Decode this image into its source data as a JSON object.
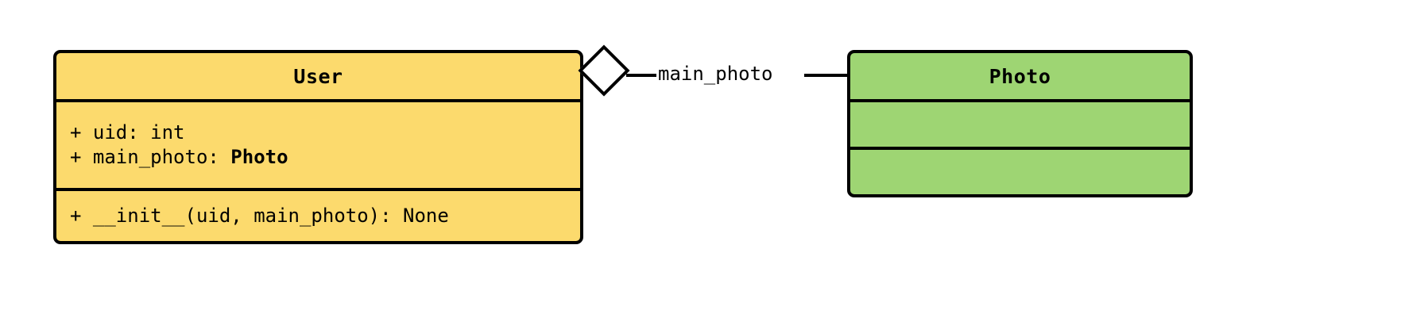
{
  "diagram": {
    "type": "uml-class-diagram",
    "background_color": "#FFFFFF",
    "line_color": "#000000",
    "classes": [
      {
        "id": "user",
        "name": "User",
        "fill_color": "#FCDA6D",
        "attributes": [
          {
            "visibility": "+",
            "text": "+ uid: int",
            "name": "uid",
            "type": "int",
            "type_is_bold": false
          },
          {
            "visibility": "+",
            "prefix": "+ main_photo: ",
            "name": "main_photo",
            "type": "Photo",
            "type_is_bold": true
          }
        ],
        "operations": [
          {
            "visibility": "+",
            "text": "+ __init__(uid, main_photo): None",
            "name": "__init__",
            "params": "uid, main_photo",
            "returns": "None"
          }
        ]
      },
      {
        "id": "photo",
        "name": "Photo",
        "fill_color": "#9ED573",
        "attributes": [],
        "operations": []
      }
    ],
    "relationships": [
      {
        "id": "user-main-photo",
        "kind": "aggregation",
        "marker": "hollow-diamond",
        "source": "User",
        "target": "Photo",
        "label": "main_photo"
      }
    ]
  }
}
